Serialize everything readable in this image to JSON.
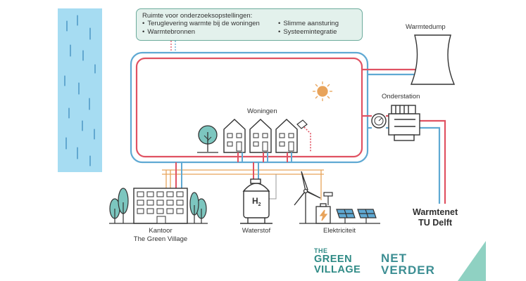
{
  "callout": {
    "title": "Ruimte voor onderzoeksopstellingen:",
    "items_left": [
      "Teruglevering warmte bij de woningen",
      "Warmtebronnen"
    ],
    "items_right": [
      "Slimme aansturing",
      "Systeemintegratie"
    ]
  },
  "labels": {
    "warmtedump": "Warmtedump",
    "onderstation": "Onderstation",
    "woningen": "Woningen",
    "kantoor_line1": "Kantoor",
    "kantoor_line2": "The Green Village",
    "waterstof": "Waterstof",
    "elektriciteit": "Elektriciteit",
    "warmtenet_line1": "Warmtenet",
    "warmtenet_line2": "TU Delft",
    "h2_main": "H",
    "h2_sub": "2"
  },
  "logos": {
    "green_village_line1": "THE",
    "green_village_line2": "GREEN",
    "green_village_line3": "VILLAGE",
    "net_verder_line1": "NET",
    "net_verder_line2": "VERDER"
  },
  "colors": {
    "supply_red": "#e05262",
    "return_blue": "#5fa9d3",
    "water_blue": "#a6dcf2",
    "electric_orange": "#e8a35a",
    "tree_green": "#7cc6bf",
    "outline": "#333333",
    "logo_teal": "#2e8a85"
  }
}
